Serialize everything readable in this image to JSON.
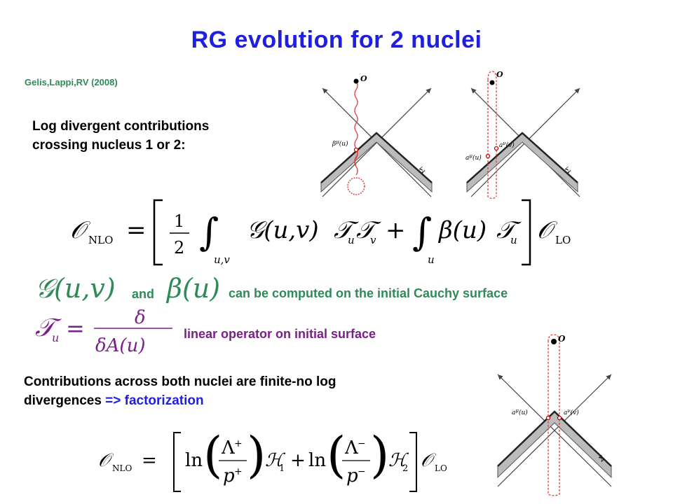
{
  "slide": {
    "title": "RG evolution for 2 nuclei",
    "reference": "Gelis,Lappi,RV (2008)",
    "intro_line1": "Log divergent contributions",
    "intro_line2": "crossing nucleus 1 or 2:",
    "eq1": {
      "lhs": "𝒪",
      "lhs_sub": "NLO",
      "half_num": "1",
      "half_den": "2",
      "int1_sub": "u,v",
      "G_term": "𝒢(u,v)",
      "T_terms": "𝒯",
      "plus": "+",
      "int2_sub": "u",
      "beta_term": "β(u)",
      "rhs": "𝒪",
      "rhs_sub": "LO"
    },
    "G_symbol": "𝒢(u,v)",
    "and_label": "and",
    "beta_symbol": "β(u)",
    "cauchy_text": "can be computed on the initial Cauchy surface",
    "Tu_lhs": "𝒯",
    "Tu_num": "δ",
    "Tu_den": "δA(u)",
    "linear_text": "linear operator on initial surface",
    "finite_line1": "Contributions across both  nuclei are finite-no log",
    "finite_line2_black": "divergences ",
    "finite_line2_blue": "=> factorization",
    "eq2": {
      "lhs": "𝒪",
      "lhs_sub": "NLO",
      "ln": "ln",
      "lam_plus": "Λ",
      "p_plus": "p",
      "H1": "ℋ",
      "plus": "+",
      "lam_minus": "Λ",
      "p_minus": "p",
      "H2": "ℋ",
      "rhs": "𝒪",
      "rhs_sub": "LO"
    },
    "diagram_labels": {
      "O": "O",
      "beta_u": "β",
      "a_v": "a",
      "a_u": "a",
      "sigma": "Σ"
    }
  }
}
